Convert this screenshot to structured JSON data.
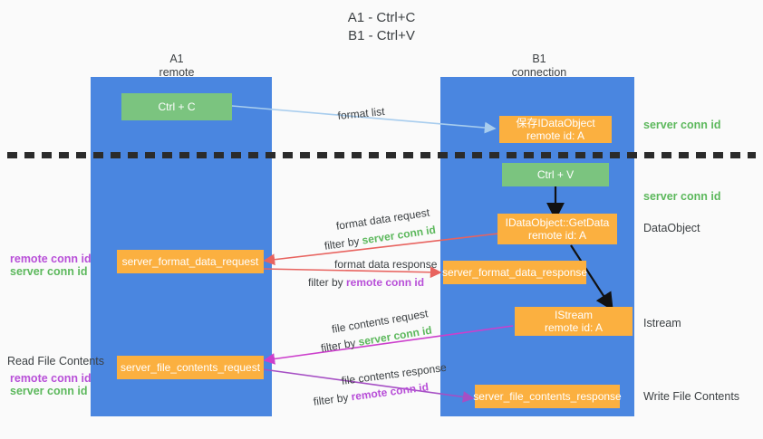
{
  "title": {
    "line1": "A1 - Ctrl+C",
    "line2": "B1 - Ctrl+V"
  },
  "lanes": [
    {
      "id": "a1",
      "name": "A1",
      "sub": "remote"
    },
    {
      "id": "b1",
      "name": "B1",
      "sub": "connection"
    }
  ],
  "nodes": {
    "ctrl_c": {
      "label": "Ctrl + C"
    },
    "save_idataobject": {
      "label": "保存IDataObject",
      "sub": "remote id: A"
    },
    "ctrl_v": {
      "label": "Ctrl + V"
    },
    "getdata": {
      "label": "IDataObject::GetData",
      "sub": "remote id: A"
    },
    "istream": {
      "label": "IStream",
      "sub": "remote id: A"
    },
    "server_format_data_request": {
      "label": "server_format_data_request"
    },
    "server_format_data_response": {
      "label": "server_format_data_response"
    },
    "server_file_contents_request": {
      "label": "server_file_contents_request"
    },
    "server_file_contents_response": {
      "label": "server_file_contents_response"
    }
  },
  "right_labels": {
    "server_conn_id_1": "server conn id",
    "server_conn_id_2": "server conn id",
    "dataobject": "DataObject",
    "istream": "Istream",
    "write_file_contents": "Write File Contents"
  },
  "left_labels": {
    "remote_conn_id_1": "remote conn id",
    "server_conn_id_1": "server conn id",
    "read_file_contents": "Read File Contents",
    "remote_conn_id_2": "remote conn id",
    "server_conn_id_2": "server conn id"
  },
  "edges": {
    "format_list": "format list",
    "format_data_request": "format data request",
    "format_data_request_filter_prefix": "filter by ",
    "format_data_request_filter_value": "server conn id",
    "format_data_response": "format data response",
    "format_data_response_filter_prefix": "filter by ",
    "format_data_response_filter_value": "remote conn id",
    "file_contents_request": "file contents request",
    "file_contents_request_filter_prefix": "filter by ",
    "file_contents_request_filter_value": "server conn id",
    "file_contents_response": "file contents response",
    "file_contents_response_filter_prefix": "filter by ",
    "file_contents_response_filter_value": "remote conn id"
  },
  "colors": {
    "lane": "#4a86e0",
    "green_node": "#7bc47f",
    "orange_node": "#fbb040",
    "green_text": "#5cb85c",
    "purple_text": "#b84fd8",
    "arrow_light_blue": "#a8cdee",
    "arrow_red": "#e8635f",
    "arrow_magenta": "#c councils"
  }
}
